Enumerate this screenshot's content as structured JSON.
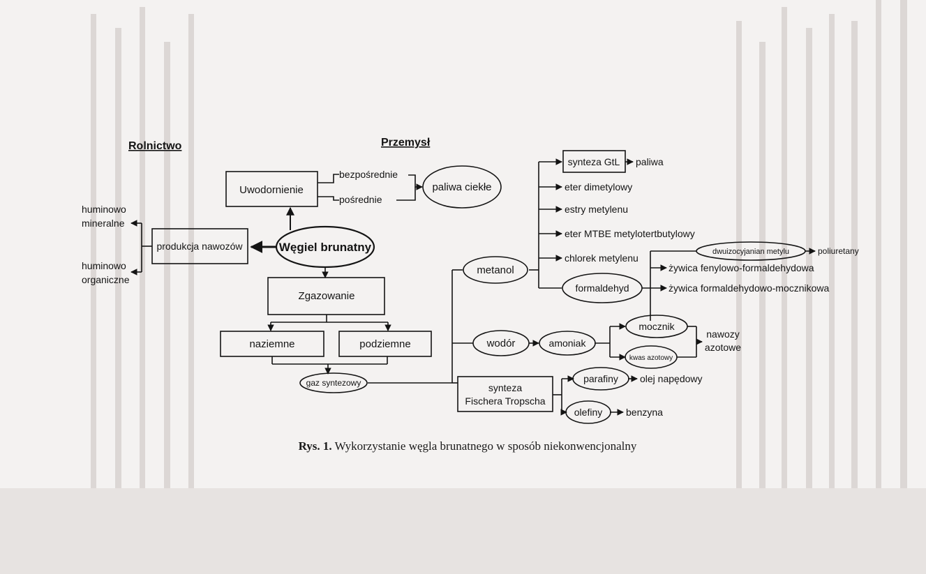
{
  "headings": {
    "agriculture": "Rolnictwo",
    "industry": "Przemysł"
  },
  "nodes": {
    "center": "Węgiel brunatny",
    "hydrogenation": "Uwodornienie",
    "direct": "bezpośrednie",
    "indirect": "pośrednie",
    "liquid_fuels": "paliwa ciekłe",
    "fertilizer_production": "produkcja nawozów",
    "humin_mineral_1": "huminowo",
    "humin_mineral_2": "mineralne",
    "humin_organic_1": "huminowo",
    "humin_organic_2": "organiczne",
    "gasification": "Zgazowanie",
    "surface": "naziemne",
    "underground": "podziemne",
    "syngas": "gaz syntezowy",
    "methanol": "metanol",
    "hydrogen": "wodór",
    "ftsynth_1": "synteza",
    "ftsynth_2": "Fischera Tropscha",
    "gtl": "synteza GtL",
    "fuels": "paliwa",
    "dme": "eter dimetylowy",
    "methyl_esters": "estry metylenu",
    "mtbe": "eter MTBE metylotertbutylowy",
    "methylene_chloride": "chlorek metylenu",
    "formaldehyde": "formaldehyd",
    "mdi": "dwuizocyjanian metylu",
    "polyurethanes": "poliuretany",
    "phenol_resin": "żywica fenylowo-formaldehydowa",
    "urea_resin": "żywica formaldehydowo-mocznikowa",
    "ammonia": "amoniak",
    "urea": "mocznik",
    "nitric_acid": "kwas azotowy",
    "nitrogen_fert_1": "nawozy",
    "nitrogen_fert_2": "azotowe",
    "paraffins": "parafiny",
    "diesel": "olej napędowy",
    "olefins": "olefiny",
    "gasoline": "benzyna"
  },
  "caption": {
    "label": "Rys. 1.",
    "text": " Wykorzystanie węgla brunatnego w sposób niekonwencjonalny"
  },
  "colors": {
    "ink": "#141414",
    "paper": "#f4f2f1"
  }
}
